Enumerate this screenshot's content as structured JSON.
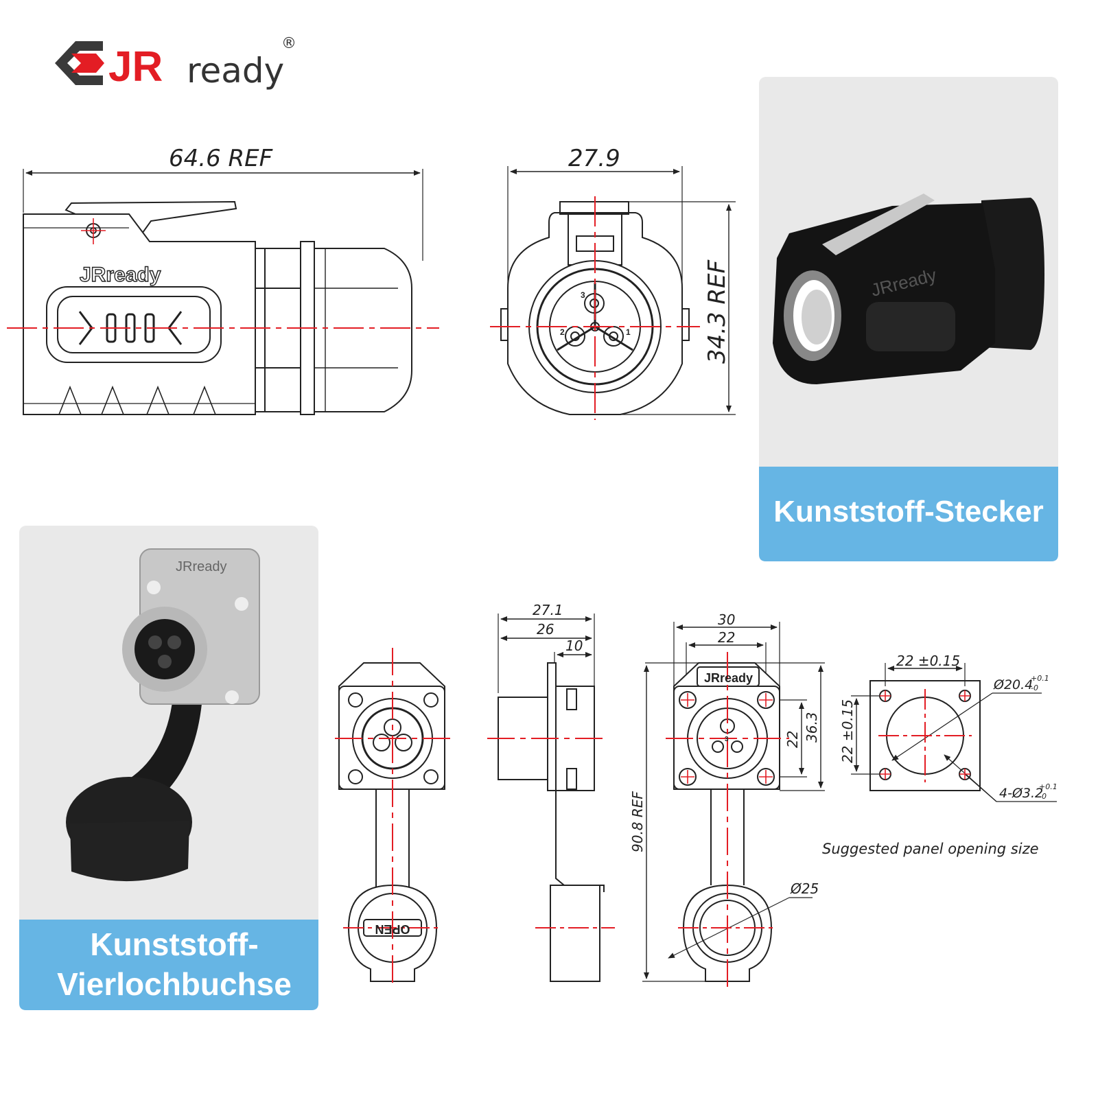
{
  "brand": {
    "jr": "JR",
    "ready": "ready",
    "registered": "®",
    "product_mark": "JRready",
    "colors": {
      "red": "#e31d24",
      "dark": "#3a3a3a"
    }
  },
  "plug": {
    "caption": "Kunststoff-Stecker",
    "side_view": {
      "length": "64.6 REF"
    },
    "front_view": {
      "width": "27.9",
      "height": "34.3 REF",
      "pins": [
        "1",
        "2",
        "3"
      ]
    }
  },
  "socket": {
    "caption_line1": "Kunststoff-",
    "caption_line2": "Vierlochbuchse",
    "side_view": {
      "d1": "27.1",
      "d2": "26",
      "d3": "10"
    },
    "front_view": {
      "outer_width": "30",
      "inner_width": "22",
      "inner_height": "22",
      "outer_height": "36.3",
      "overall_height": "90.8 REF",
      "cap_diameter": "Ø25",
      "pin": "3"
    },
    "cap_mark": "OPEN"
  },
  "panel_cutout": {
    "width": "22 ±0.15",
    "height": "22 ±0.15",
    "hole": "Ø20.4",
    "hole_tol_plus": "+0.1",
    "hole_tol_minus": "-0",
    "screws": "4-Ø3.2",
    "screws_tol_plus": "+0.1",
    "screws_tol_minus": "-0",
    "note": "Suggested panel opening size"
  },
  "colors": {
    "caption_bg": "#66b5e4",
    "photo_bg": "#e9e9e9",
    "centerline": "#e31d24"
  }
}
